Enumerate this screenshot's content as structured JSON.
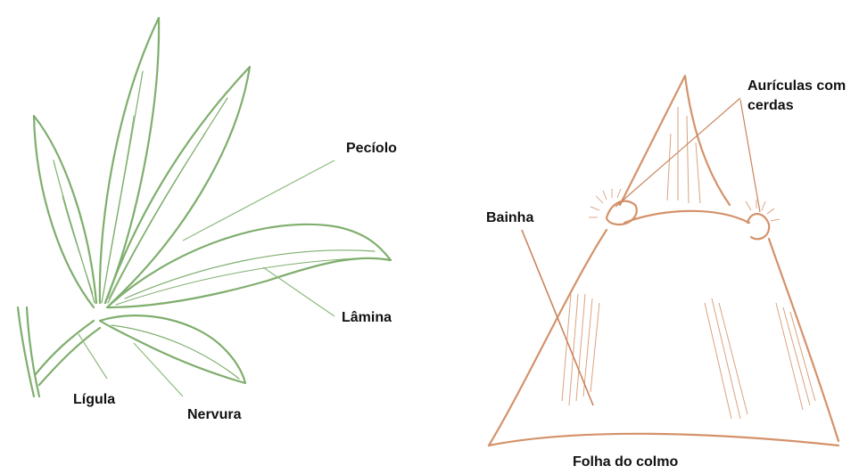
{
  "colors": {
    "green_drawing": "#7fae6d",
    "brown_drawing": "#d4926a",
    "leader_green": "#8cba7b",
    "leader_brown": "#c9835b",
    "label_text": "#111111",
    "background": "#ffffff"
  },
  "left_diagram": {
    "labels": {
      "peciolo": "Pecíolo",
      "lamina": "Lâmina",
      "ligula": "Lígula",
      "nervura": "Nervura"
    }
  },
  "right_diagram": {
    "labels": {
      "auriculas_line1": "Aurículas com",
      "auriculas_line2": "cerdas",
      "bainha": "Bainha",
      "caption": "Folha do colmo"
    }
  }
}
